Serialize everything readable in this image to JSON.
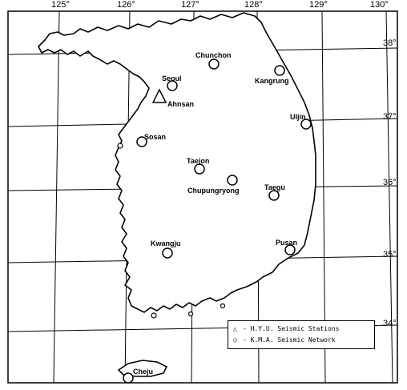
{
  "longitude_labels": [
    "125°",
    "126°",
    "127°",
    "128°",
    "129°",
    "130°"
  ],
  "latitude_labels": [
    "38°",
    "37°",
    "36°",
    "35°",
    "34°"
  ],
  "stations": [
    {
      "name": "Chunchon",
      "type": "KMA"
    },
    {
      "name": "Seoul",
      "type": "KMA"
    },
    {
      "name": "Kangrung",
      "type": "KMA"
    },
    {
      "name": "Ahnsan",
      "type": "HYU"
    },
    {
      "name": "Uljin",
      "type": "KMA"
    },
    {
      "name": "Sosan",
      "type": "KMA"
    },
    {
      "name": "Taejon",
      "type": "KMA"
    },
    {
      "name": "Chupungryong",
      "type": "KMA"
    },
    {
      "name": "Taegu",
      "type": "KMA"
    },
    {
      "name": "Kwangju",
      "type": "KMA"
    },
    {
      "name": "Pusan",
      "type": "KMA"
    },
    {
      "name": "Cheju",
      "type": "KMA"
    }
  ],
  "legend": {
    "hyu_label": "H.Y.U. Seismic Stations",
    "kma_label": "K.M.A. Seismic Network",
    "separator": "-"
  }
}
